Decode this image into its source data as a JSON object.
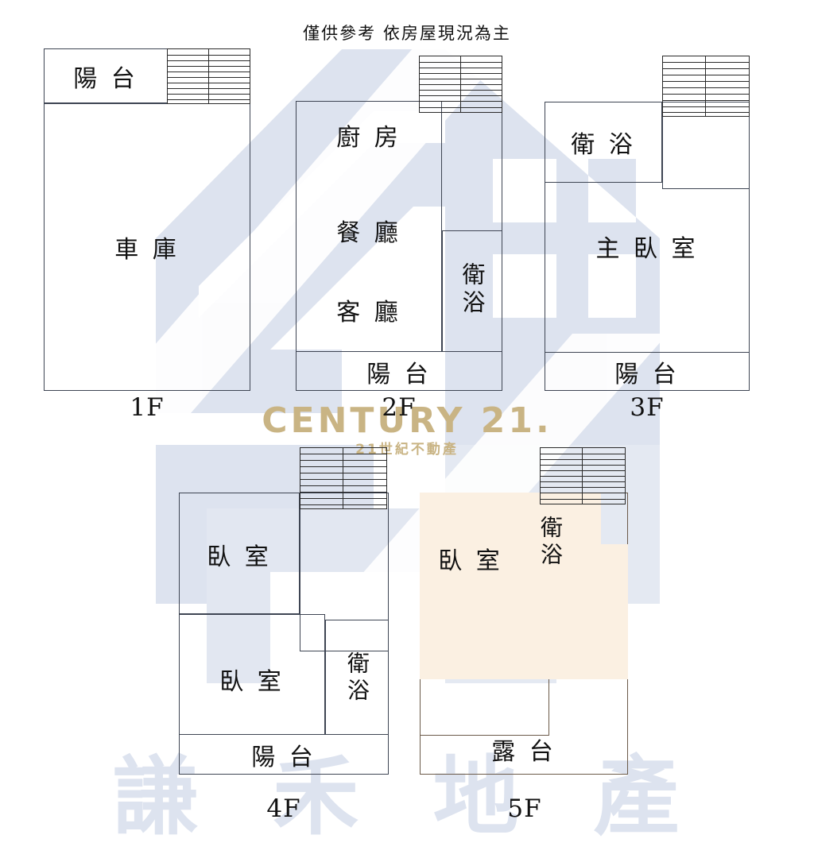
{
  "document": {
    "title_note": "僅供參考 依房屋現況為主",
    "type": "floor-plan",
    "language": "zh-Hant"
  },
  "watermarks": {
    "brand_main": "CENTURY 21.",
    "brand_sub": "21世紀不動產",
    "agency": "謙 禾 地 產",
    "brand_color": "#c9b484",
    "house_color": "#dde3ef"
  },
  "colors": {
    "wall": "#3e4553",
    "wall_warm": "#6b5a49",
    "stair": "#2a2a2a",
    "tint_5f": "#fbf0e2",
    "text": "#111111"
  },
  "floors": [
    {
      "id": "1f",
      "label": "1F",
      "rooms": [
        {
          "name": "balcony",
          "label": "陽 台"
        },
        {
          "name": "garage",
          "label": "車 庫"
        }
      ],
      "has_stairs": true
    },
    {
      "id": "2f",
      "label": "2F",
      "rooms": [
        {
          "name": "kitchen",
          "label": "廚 房"
        },
        {
          "name": "dining-room",
          "label": "餐 廳"
        },
        {
          "name": "living-room",
          "label": "客 廳"
        },
        {
          "name": "bathroom",
          "label": "衛浴"
        },
        {
          "name": "balcony",
          "label": "陽 台"
        }
      ],
      "has_stairs": true
    },
    {
      "id": "3f",
      "label": "3F",
      "rooms": [
        {
          "name": "bathroom",
          "label": "衛 浴"
        },
        {
          "name": "master-bedroom",
          "label": "主 臥 室"
        },
        {
          "name": "balcony",
          "label": "陽 台"
        }
      ],
      "has_stairs": true
    },
    {
      "id": "4f",
      "label": "4F",
      "rooms": [
        {
          "name": "bedroom-1",
          "label": "臥 室"
        },
        {
          "name": "bedroom-2",
          "label": "臥 室"
        },
        {
          "name": "bathroom",
          "label": "衛浴"
        },
        {
          "name": "balcony",
          "label": "陽 台"
        }
      ],
      "has_stairs": true
    },
    {
      "id": "5f",
      "label": "5F",
      "rooms": [
        {
          "name": "bedroom",
          "label": "臥 室"
        },
        {
          "name": "bathroom",
          "label": "衛浴"
        },
        {
          "name": "terrace",
          "label": "露 台"
        }
      ],
      "has_stairs": true
    }
  ]
}
